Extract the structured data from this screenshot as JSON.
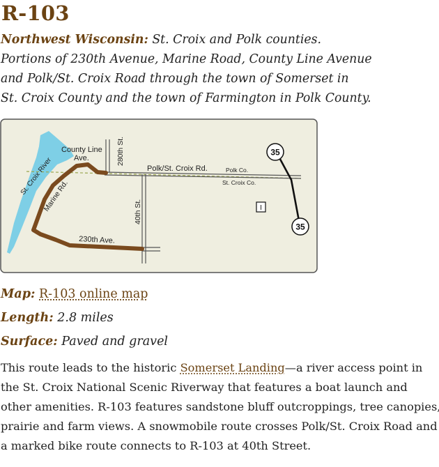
{
  "title": "R-103",
  "intro": {
    "region": "Northwest Wisconsin:",
    "region_text": "St. Croix and Polk counties.",
    "line2": "Portions of 230th Avenue, Marine Road, County Line Avenue",
    "line3": "and Polk/St. Croix Road through the town of Somerset in",
    "line4": "St. Croix County and the town of Farmington in Polk County."
  },
  "map": {
    "labels": {
      "river": "St. Croix River",
      "county_line": "County Line",
      "ave": "Ave.",
      "st280": "280th St.",
      "polk_st_croix_rd": "Polk/St. Croix Rd.",
      "polk_co": "Polk Co.",
      "st_croix_co": "St. Croix Co.",
      "marine_rd": "Marine Rd.",
      "st40": "40th St.",
      "ave230": "230th Ave.",
      "hwy_top": "35",
      "hwy_bottom": "35",
      "interstate": "I"
    },
    "colors": {
      "background": "#efeee0",
      "water": "#7ecfe6",
      "route": "#7a4a1e",
      "road": "#555555",
      "county_line": "#9aa64f"
    }
  },
  "details": {
    "map_key": "Map:",
    "map_link": "R-103 online map",
    "length_key": "Length:",
    "length_value": "2.8 miles",
    "surface_key": "Surface:",
    "surface_value": "Paved and gravel"
  },
  "description": {
    "before_link": "This route leads to the historic ",
    "link": "Somerset Landing",
    "after_link": "—a river access point in the St. Croix National Scenic Riverway that features a boat launch and other amenities. R-103 features sandstone bluff outcroppings, tree canopies, prairie and farm views. A snowmobile route crosses Polk/St. Croix Road and a marked bike route connects to R-103 at 40th Street."
  }
}
